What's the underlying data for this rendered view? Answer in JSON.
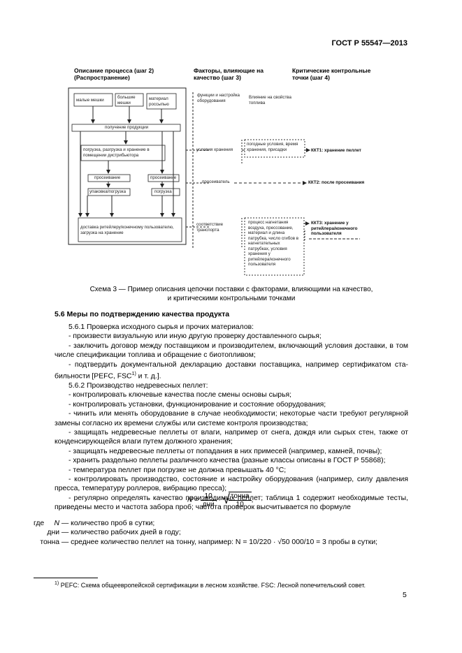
{
  "header": {
    "code": "ГОСТ Р 55547—2013"
  },
  "diagram": {
    "col1_title": [
      "Описание процесса (шаг 2)",
      "(Распространение)"
    ],
    "col2_title": [
      "Факторы, влияющие на",
      "качество (шаг 3)"
    ],
    "col3_title": [
      "Критические контрольные",
      "точки (шаг 4)"
    ],
    "box_small_bags": "малые мешки",
    "box_big_bags": [
      "большие",
      "мешки"
    ],
    "box_bulk": [
      "материал",
      "россыпью"
    ],
    "factors_top_left": [
      "функции и настройка",
      "оборудования"
    ],
    "factors_top_right": [
      "Влияние на свойства",
      "топлива"
    ],
    "box_production": "получение продукции",
    "box_loading": [
      "погрузка, разгрузка и хранение в",
      "помещении дистрибьютора"
    ],
    "box_sieving1": "просеивание",
    "box_sieving2": "просеивание",
    "box_packing": "упаковка/погрузка",
    "box_loading2": "погрузка",
    "box_delivery": [
      "доставка ритейлеру/конечному пользователю,",
      "загрузка на хранение"
    ],
    "factor_storage": "условия хранения",
    "factor_storage_detail": [
      "погодные условия, время",
      "хранения, присадки"
    ],
    "kkt1": "ККТ1: хранение пеллет",
    "factor_sieve": "просеиватель",
    "kkt2": "ККТ2: после просеивания",
    "factor_transport": [
      "соответствие",
      "транспорта"
    ],
    "factor_transport_detail": [
      "процесс нагнетания",
      "воздуха, прессование,",
      "материал и длина",
      "патрубка, число сгибов в",
      "нагнетательных",
      "патрубках, условия",
      "хранения у",
      "ритейлера/конечного",
      "пользователя"
    ],
    "kkt3": [
      "ККТ3: хранение у",
      "ритейлера/конечного",
      "пользователя"
    ]
  },
  "caption": [
    "Схема 3 — Пример описания цепочки поставки с факторами, влияющими на качество,",
    "и критическими контрольными точками"
  ],
  "section_title": "5.6 Меры по подтверждению качества продукта",
  "lines": [
    {
      "t": "5.6.1 Проверка исходного сырья и прочих материалов:",
      "i": 1,
      "j": false
    },
    {
      "t": "- произвести визуальную или иную другую проверку доставленного сырья;",
      "i": 1,
      "j": false
    },
    {
      "t": "- заключить договор между поставщиком и производителем, включающий условия доставки, в том",
      "i": 1,
      "j": true
    },
    {
      "t": "числе спецификации топлива и обращение с биотопливом;",
      "i": 0,
      "j": false
    },
    {
      "t": "- подтвердить документальной декларацию доставки поставщика, например сертификатом ста-",
      "i": 1,
      "j": true
    }
  ],
  "fsc_line": {
    "before": "бильности [PEFC, FSC",
    "sup": "1)",
    "after": " и т. д.]."
  },
  "lines2": [
    {
      "t": "5.6.2 Производство недревесных пеллет:",
      "i": 1,
      "j": false
    },
    {
      "t": "- контролировать ключевые качества после смены основы сырья;",
      "i": 1,
      "j": false
    },
    {
      "t": "- контролировать установки, функционирование и состояние оборудования;",
      "i": 1,
      "j": false
    },
    {
      "t": "- чинить или менять оборудование в случае необходимости; некоторые части требуют регулярной",
      "i": 1,
      "j": true
    },
    {
      "t": "замены согласно их времени службы или системе контроля производства;",
      "i": 0,
      "j": false
    },
    {
      "t": "- защищать недревесные пеллеты от влаги, например от снега, дождя или сырых стен, также от",
      "i": 1,
      "j": true
    },
    {
      "t": "конденсирующейся влаги путем должного хранения;",
      "i": 0,
      "j": false
    },
    {
      "t": "- защищать недревесные пеллеты от попадания в них примесей (например, камней, почвы);",
      "i": 1,
      "j": false
    },
    {
      "t": "- хранить раздельно пеллеты различного качества (разные классы описаны в ГОСТ Р 55868);",
      "i": 1,
      "j": false
    },
    {
      "t": "- температура пеллет при погрузке не должна превышать 40 °С;",
      "i": 1,
      "j": false
    },
    {
      "t": "- контролировать производство, состояние и настройку оборудования (например, силу давления",
      "i": 1,
      "j": true
    },
    {
      "t": "пресса, температуру роллеров, вибрацию пресса);",
      "i": 0,
      "j": false
    },
    {
      "t": "- регулярно определять качество производимых пеллет; таблица 1 содержит необходимые тесты,",
      "i": 1,
      "j": true
    },
    {
      "t": "приведены место и частота забора проб; частота проверок высчитывается по формуле",
      "i": 0,
      "j": false
    }
  ],
  "formula": {
    "lhs": "N =",
    "num1": "10",
    "den1": "дни",
    "num2": "тонна",
    "den2": "10",
    "tail": ","
  },
  "defs": [
    {
      "pre": "где",
      "sym": "N",
      "text": "— количество проб в сутки;"
    },
    {
      "pre": "",
      "sym": "дни",
      "text": "— количество рабочих дней в году;"
    },
    {
      "pre": "",
      "sym": "тонна",
      "text": "— среднее количество пеллет на тонну, например: N = 10/220 · √50 000/10 = 3 пробы в сутки;"
    }
  ],
  "footnote": {
    "mark": "1)",
    "text": "PEFC: Схема общеевропейской сертификации в лесном хозяйстве. FSC: Лесной попечительский совет."
  },
  "page_number": "5"
}
